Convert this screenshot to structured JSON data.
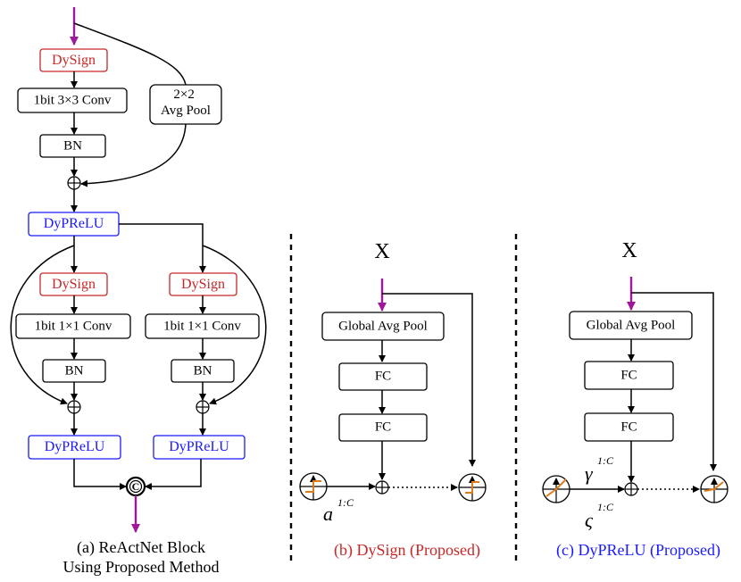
{
  "panel_a": {
    "dysign_top": "DySign",
    "conv3x3": "1bit 3×3 Conv",
    "avgpool": "2×2\nAvg Pool",
    "bn_top": "BN",
    "dyprelu_mid": "DyPReLU",
    "dysign_left": "DySign",
    "dysign_right": "DySign",
    "conv1x1_left": "1bit 1×1 Conv",
    "conv1x1_right": "1bit 1×1 Conv",
    "bn_left": "BN",
    "bn_right": "BN",
    "dyprelu_left": "DyPReLU",
    "dyprelu_right": "DyPReLU",
    "concat_symbol": "C",
    "caption_line1": "(a) ReActNet Block",
    "caption_line2": "Using Proposed Method"
  },
  "panel_b": {
    "input": "X",
    "gap": "Global Avg Pool",
    "fc1": "FC",
    "fc2": "FC",
    "param": "a",
    "param_sup": "1:C",
    "caption": "(b) DySign (Proposed)"
  },
  "panel_c": {
    "input": "X",
    "gap": "Global Avg Pool",
    "fc1": "FC",
    "fc2": "FC",
    "param1": "γ",
    "param1_sup": "1:C",
    "param2": "ς",
    "param2_sup": "1:C",
    "caption": "(c) DyPReLU (Proposed)"
  },
  "colors": {
    "dysign": "#c62828",
    "dyprelu": "#1a1aff",
    "input_arrow": "#a0189a",
    "activation_curve": "#e07b1a"
  },
  "icons": {
    "add": "circled-plus-icon",
    "concat": "circled-c-icon",
    "sign_function": "sign-function-icon",
    "prelu_function": "prelu-function-icon"
  }
}
